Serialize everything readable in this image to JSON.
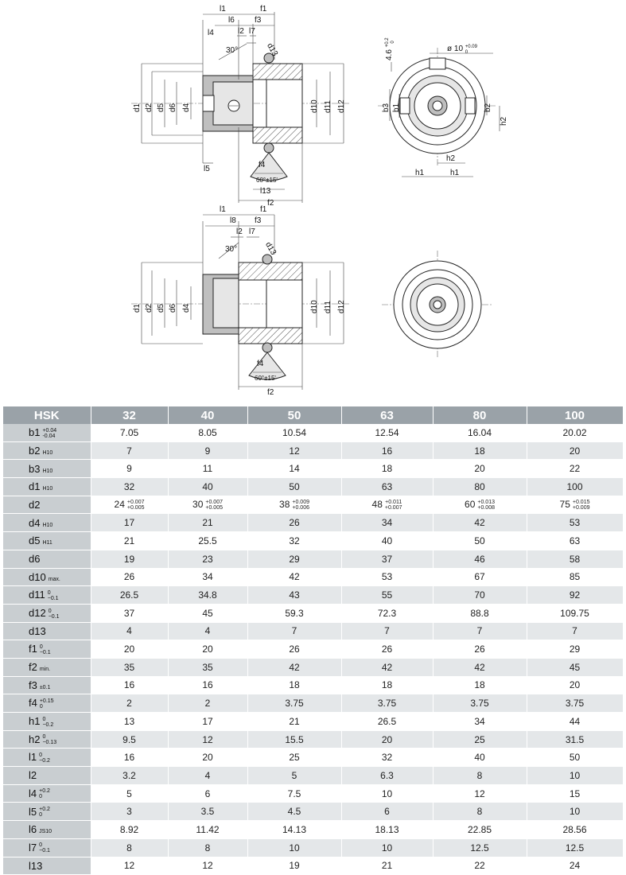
{
  "drawing_labels": {
    "l1": "l1",
    "f1": "f1",
    "l6": "l6",
    "f3": "f3",
    "l2": "l2",
    "l7": "l7",
    "l4": "l4",
    "angle30": "30°",
    "d13": "d13",
    "d1": "d1",
    "d2": "d2",
    "d5": "d5",
    "d6": "d6",
    "d4": "d4",
    "d10": "d10",
    "d11": "d11",
    "d12": "d12",
    "l5": "l5",
    "f4": "f4",
    "angle60": "60°±15'",
    "l13": "l13",
    "f2": "f2",
    "l8": "l8",
    "b3": "b3",
    "b1": "b1",
    "b2": "b2",
    "h1": "h1",
    "h2": "h2",
    "slot_width": "4.6",
    "slot_tol_upper": "+0.2",
    "slot_tol_lower": "0",
    "hole_dia": "ø 10",
    "hole_tol_upper": "+0.09",
    "hole_tol_lower": "0"
  },
  "table": {
    "header_label": "HSK",
    "sizes": [
      "32",
      "40",
      "50",
      "63",
      "80",
      "100"
    ],
    "rows": [
      {
        "sym": "b1",
        "tol_up": "+0.04",
        "tol_low": "-0.04",
        "values": [
          "7.05",
          "8.05",
          "10.54",
          "12.54",
          "16.04",
          "20.02"
        ]
      },
      {
        "sym": "b2",
        "tol": "H10",
        "values": [
          "7",
          "9",
          "12",
          "16",
          "18",
          "20"
        ]
      },
      {
        "sym": "b3",
        "tol": "H10",
        "values": [
          "9",
          "11",
          "14",
          "18",
          "20",
          "22"
        ]
      },
      {
        "sym": "d1",
        "tol": "H10",
        "values": [
          "32",
          "40",
          "50",
          "63",
          "80",
          "100"
        ]
      },
      {
        "sym": "d2",
        "values": [
          "24",
          "30",
          "38",
          "48",
          "60",
          "75"
        ],
        "cell_tol": [
          [
            "+0.007",
            "+0.005"
          ],
          [
            "+0.007",
            "+0.005"
          ],
          [
            "+0.009",
            "+0.006"
          ],
          [
            "+0.011",
            "+0.007"
          ],
          [
            "+0.013",
            "+0.008"
          ],
          [
            "+0.015",
            "+0.009"
          ]
        ]
      },
      {
        "sym": "d4",
        "tol": "H10",
        "values": [
          "17",
          "21",
          "26",
          "34",
          "42",
          "53"
        ]
      },
      {
        "sym": "d5",
        "tol": "H11",
        "values": [
          "21",
          "25.5",
          "32",
          "40",
          "50",
          "63"
        ]
      },
      {
        "sym": "d6",
        "values": [
          "19",
          "23",
          "29",
          "37",
          "46",
          "58"
        ]
      },
      {
        "sym": "d10",
        "tol": "max.",
        "values": [
          "26",
          "34",
          "42",
          "53",
          "67",
          "85"
        ]
      },
      {
        "sym": "d11",
        "tol_up": "0",
        "tol_low": "−0.1",
        "values": [
          "26.5",
          "34.8",
          "43",
          "55",
          "70",
          "92"
        ]
      },
      {
        "sym": "d12",
        "tol_up": "0",
        "tol_low": "−0.1",
        "values": [
          "37",
          "45",
          "59.3",
          "72.3",
          "88.8",
          "109.75"
        ]
      },
      {
        "sym": "d13",
        "values": [
          "4",
          "4",
          "7",
          "7",
          "7",
          "7"
        ]
      },
      {
        "sym": "f1",
        "tol_up": "0",
        "tol_low": "−0.1",
        "values": [
          "20",
          "20",
          "26",
          "26",
          "26",
          "29"
        ]
      },
      {
        "sym": "f2",
        "tol": "min.",
        "values": [
          "35",
          "35",
          "42",
          "42",
          "42",
          "45"
        ]
      },
      {
        "sym": "f3",
        "tol": "±0.1",
        "values": [
          "16",
          "16",
          "18",
          "18",
          "18",
          "20"
        ]
      },
      {
        "sym": "f4",
        "tol_up": "+0.15",
        "tol_low": "0",
        "values": [
          "2",
          "2",
          "3.75",
          "3.75",
          "3.75",
          "3.75"
        ]
      },
      {
        "sym": "h1",
        "tol_up": "0",
        "tol_low": "−0.2",
        "values": [
          "13",
          "17",
          "21",
          "26.5",
          "34",
          "44"
        ]
      },
      {
        "sym": "h2",
        "tol_up": "0",
        "tol_low": "−0.13",
        "values": [
          "9.5",
          "12",
          "15.5",
          "20",
          "25",
          "31.5"
        ]
      },
      {
        "sym": "l1",
        "tol_up": "0",
        "tol_low": "−0.2",
        "values": [
          "16",
          "20",
          "25",
          "32",
          "40",
          "50"
        ]
      },
      {
        "sym": "l2",
        "values": [
          "3.2",
          "4",
          "5",
          "6.3",
          "8",
          "10"
        ]
      },
      {
        "sym": "l4",
        "tol_up": "+0.2",
        "tol_low": "0",
        "values": [
          "5",
          "6",
          "7.5",
          "10",
          "12",
          "15"
        ]
      },
      {
        "sym": "l5",
        "tol_up": "+0.2",
        "tol_low": "0",
        "values": [
          "3",
          "3.5",
          "4.5",
          "6",
          "8",
          "10"
        ]
      },
      {
        "sym": "l6",
        "tol": "JS10",
        "values": [
          "8.92",
          "11.42",
          "14.13",
          "18.13",
          "22.85",
          "28.56"
        ]
      },
      {
        "sym": "l7",
        "tol_up": "0",
        "tol_low": "−0.1",
        "values": [
          "8",
          "8",
          "10",
          "10",
          "12.5",
          "12.5"
        ]
      },
      {
        "sym": "l13",
        "values": [
          "12",
          "12",
          "19",
          "21",
          "22",
          "24"
        ]
      }
    ]
  }
}
